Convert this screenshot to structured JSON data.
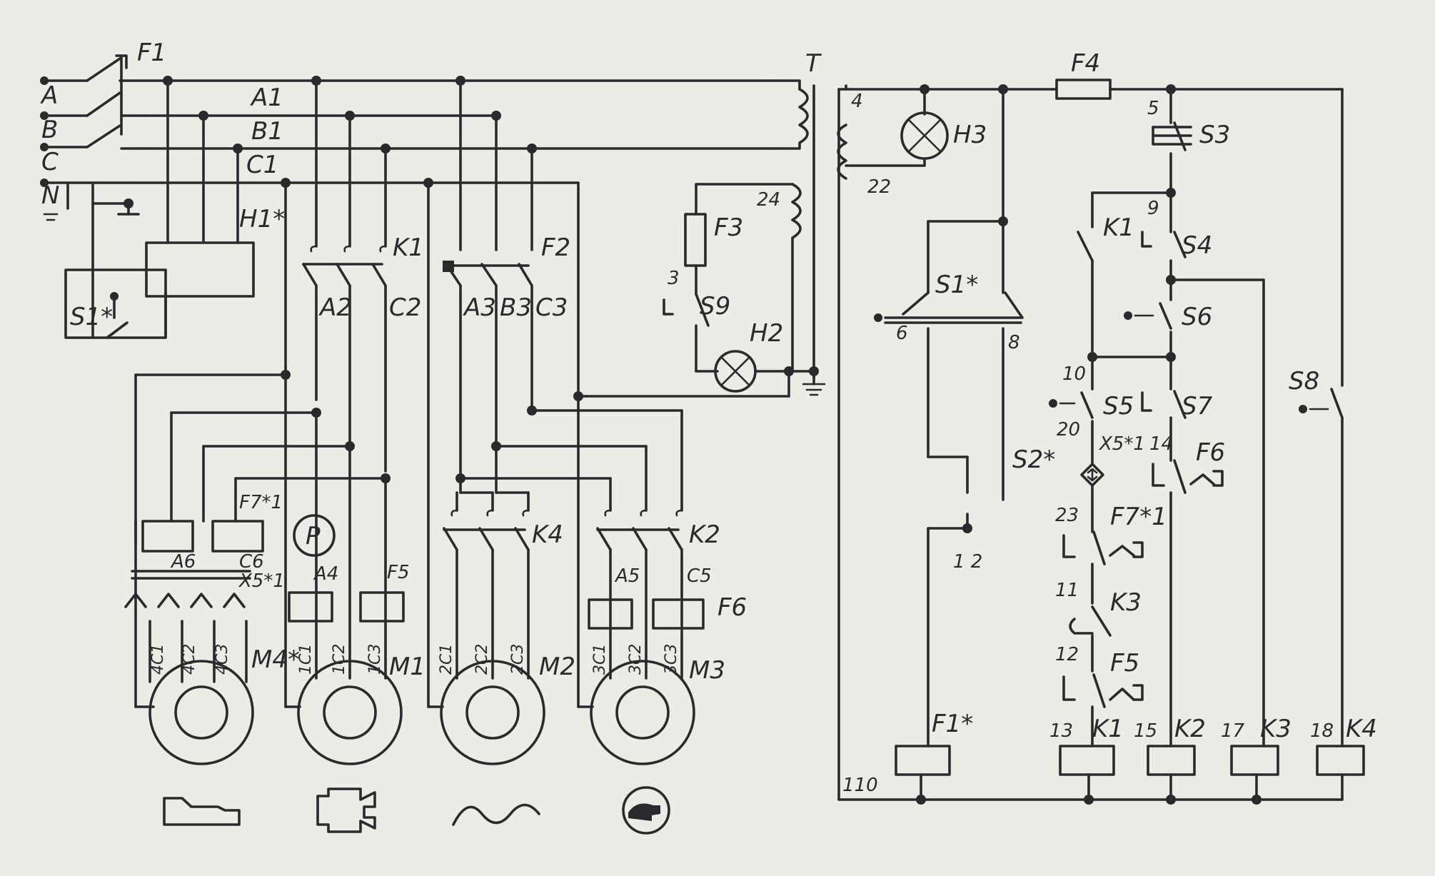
{
  "labels": {
    "A": "A",
    "B": "B",
    "C": "C",
    "N": "N",
    "F1": "F1",
    "A1": "A1",
    "B1": "B1",
    "C1": "C1",
    "H1": "H1*",
    "S1a": "S1*",
    "K1": "K1",
    "F2": "F2",
    "A2": "A2",
    "C2": "C2",
    "A3": "A3",
    "B3": "B3",
    "C3": "C3",
    "F7a": "F7*1",
    "P": "P",
    "A6": "A6",
    "C6": "C6",
    "X5a": "X5*1",
    "A4": "A4",
    "F5": "F5",
    "K4": "K4",
    "K2": "K2",
    "A5": "A5",
    "C5": "C5",
    "F6": "F6",
    "r4C1": "4C1",
    "r4C2": "4C2",
    "r4C3": "4C3",
    "r1C1": "1C1",
    "r1C2": "1C2",
    "r1C3": "1C3",
    "r2C1": "2C1",
    "r2C2": "2C2",
    "r2C3": "2C3",
    "r3C1": "3C1",
    "r3C2": "3C2",
    "r3C3": "3C3",
    "M4": "M4*",
    "M1": "M1",
    "M2": "M2",
    "M3": "M3",
    "T": "T",
    "n24": "24",
    "F3": "F3",
    "n3": "3",
    "S9": "S9",
    "H2": "H2",
    "n4": "4",
    "H3": "H3",
    "n22": "22",
    "F4": "F4",
    "n5": "5",
    "S3": "S3",
    "n9": "9",
    "K1b": "K1",
    "S4": "S4",
    "S1b": "S1*",
    "n6": "6",
    "n8": "8",
    "S6": "S6",
    "n10": "10",
    "S5": "S5",
    "S7": "S7",
    "S8": "S8",
    "n20": "20",
    "X5b": "X5*1",
    "n14": "14",
    "S2": "S2*",
    "F6b": "F6",
    "n23": "23",
    "F7b": "F7*1",
    "n12a": "1 2",
    "n11": "11",
    "K3": "K3",
    "n12": "12",
    "F5b": "F5",
    "F1c": "F1*",
    "n13": "13",
    "K1c": "K1",
    "n15": "15",
    "K2c": "K2",
    "n17": "17",
    "K3c": "K3",
    "n18": "18",
    "K4c": "K4",
    "n110": "110"
  }
}
